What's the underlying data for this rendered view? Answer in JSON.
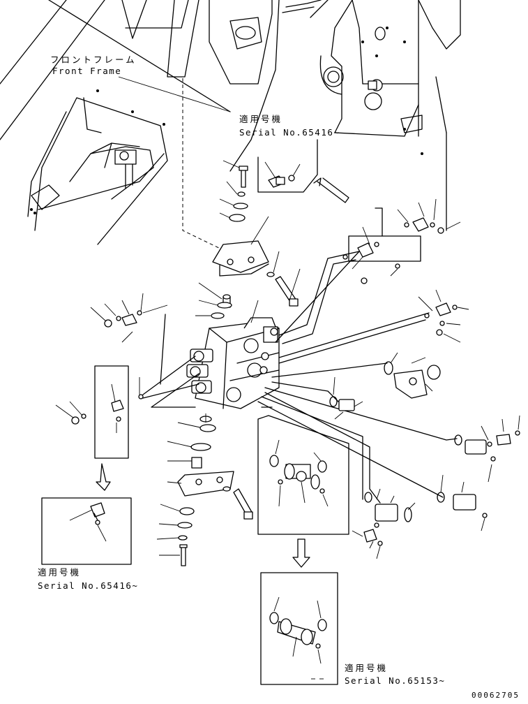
{
  "labels": {
    "front_frame_jp": "フロントフレーム",
    "front_frame_en": "Front Frame",
    "serial_top_jp": "適用号機",
    "serial_top_en": "Serial No.65416~",
    "serial_left_jp": "適用号機",
    "serial_left_en": "Serial No.65416~",
    "serial_bottom_jp": "適用号機",
    "serial_bottom_en": "Serial No.65153~",
    "drawing_number": "00062705"
  },
  "icons": [
    "arrow-down-icon",
    "arrow-up-right-icon"
  ]
}
